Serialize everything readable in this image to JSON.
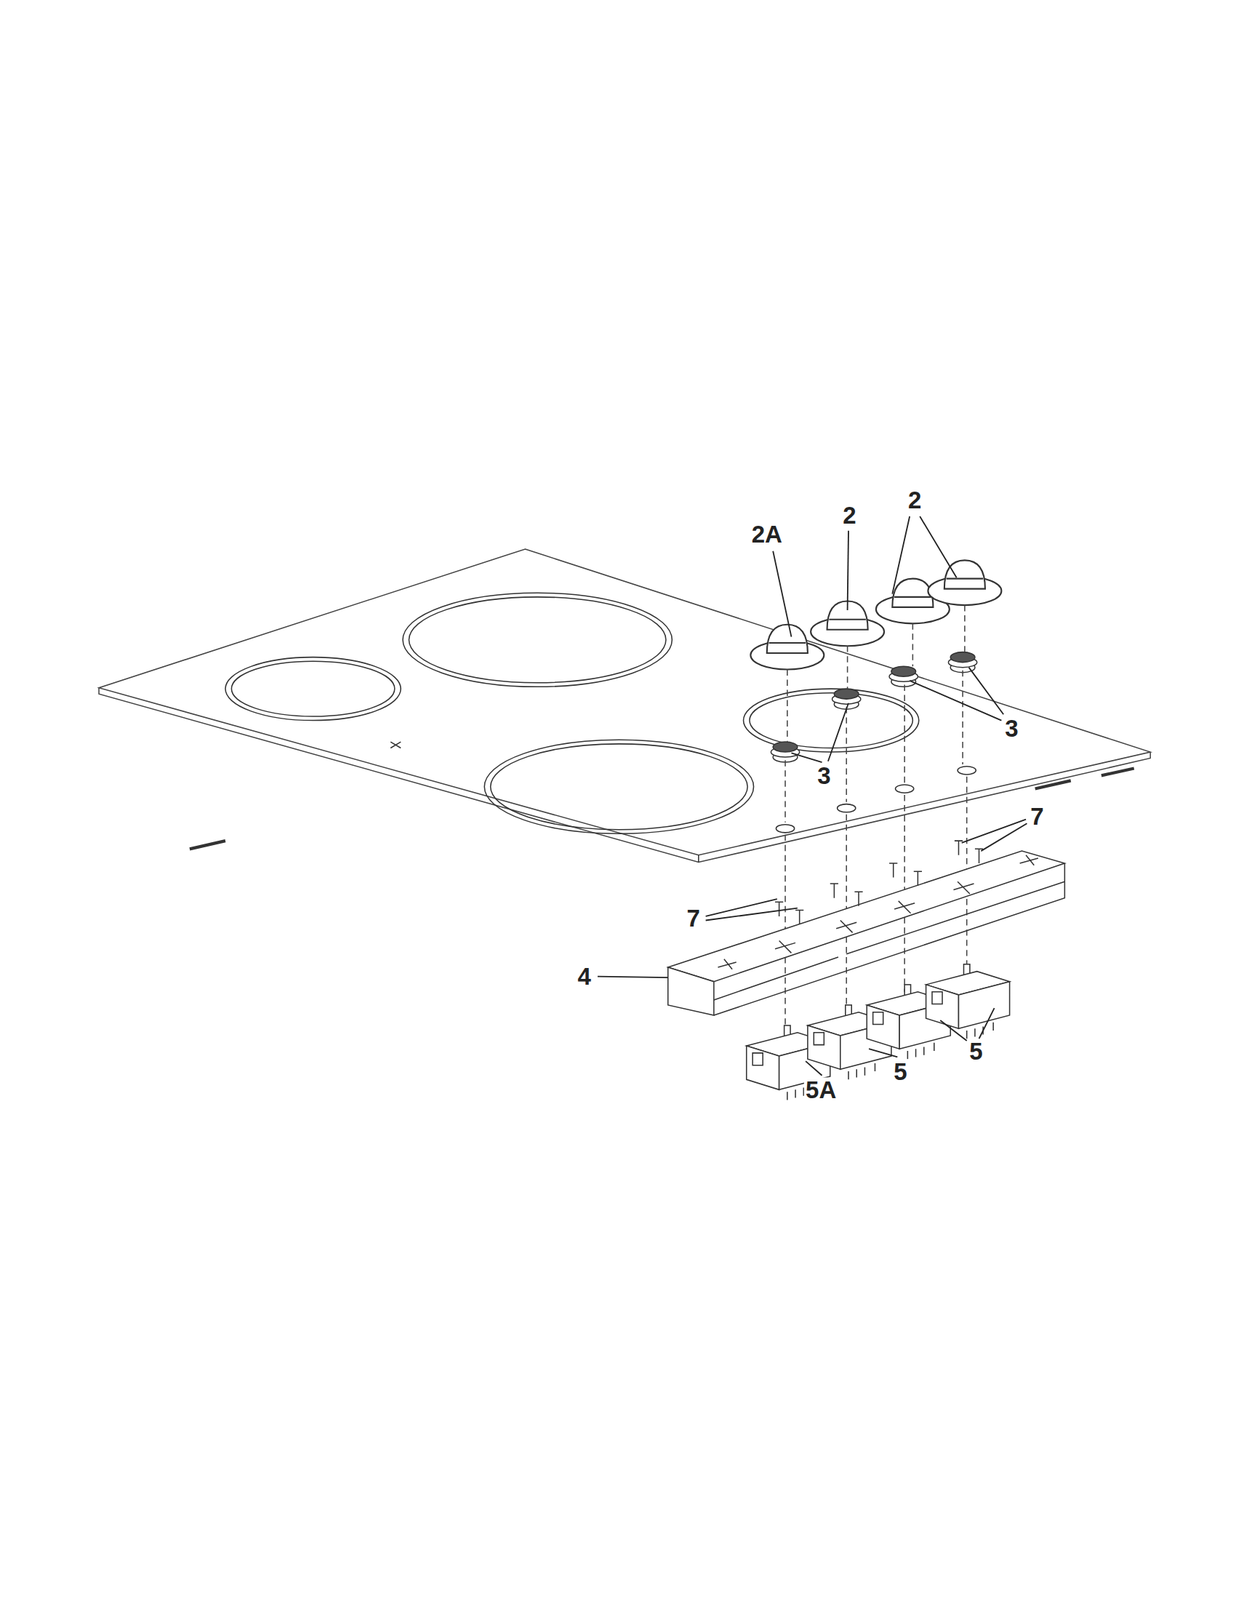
{
  "diagram": {
    "labels": [
      "2",
      "2",
      "2A",
      "3",
      "3",
      "7",
      "7",
      "4",
      "5",
      "5",
      "5A"
    ]
  }
}
